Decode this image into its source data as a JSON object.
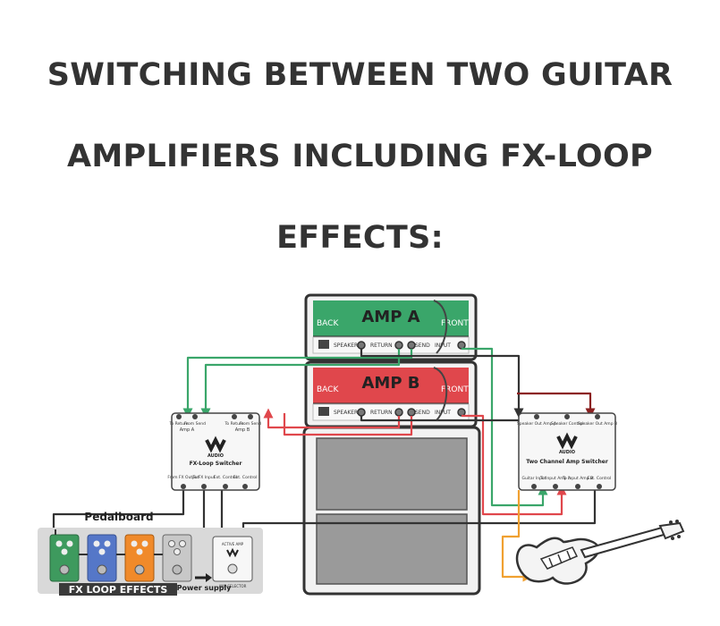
{
  "title": {
    "line1": "SWITCHING BETWEEN TWO GUITAR",
    "line2": "AMPLIFIERS INCLUDING FX-LOOP",
    "line3": "EFFECTS:"
  },
  "amp_a": {
    "name": "AMP A",
    "back": "BACK",
    "front": "FRONT",
    "speaker": "SPEAKER",
    "return": "RETURN",
    "send": "SEND",
    "input": "INPUT",
    "color": "#3aa66a"
  },
  "amp_b": {
    "name": "AMP B",
    "back": "BACK",
    "front": "FRONT",
    "speaker": "SPEAKER",
    "return": "RETURN",
    "send": "SEND",
    "input": "INPUT",
    "color": "#e0474c"
  },
  "fx_switcher": {
    "brand": "AUDIO",
    "name": "FX-Loop Switcher",
    "top_jacks": [
      "To Return",
      "From Send",
      "To Return",
      "From Send"
    ],
    "top_groups": [
      "Amp A",
      "Amp B"
    ],
    "bottom_jacks": [
      "From FX Output",
      "To FX Input",
      "Ext. Control",
      "Ext. Control"
    ]
  },
  "amp_switcher": {
    "brand": "AUDIO",
    "name": "Two Channel Amp Switcher",
    "top_jacks": [
      "Speaker Out Amp A",
      "Speaker Control",
      "Speaker Out Amp B"
    ],
    "bottom_jacks": [
      "Guitar Input",
      "To Input Amp A",
      "To Input Amp B",
      "Ext. Control"
    ]
  },
  "pedalboard": {
    "label": "Pedalboard",
    "effects_label": "FX LOOP EFFECTS",
    "power_label": "Power supply",
    "selector_label": "AMP SELECTOR",
    "selector_top": "ACTIVE AMP"
  },
  "colors": {
    "green_cable": "#3aa66a",
    "red_cable": "#e0474c",
    "dark_cable": "#333333",
    "dark_red_cable": "#8b2020",
    "orange_cable": "#f0a030",
    "pedal_green": "#3e9a5e",
    "pedal_blue": "#5577c8",
    "pedal_orange": "#f08a2a",
    "pedal_gray": "#c8c8c8"
  }
}
